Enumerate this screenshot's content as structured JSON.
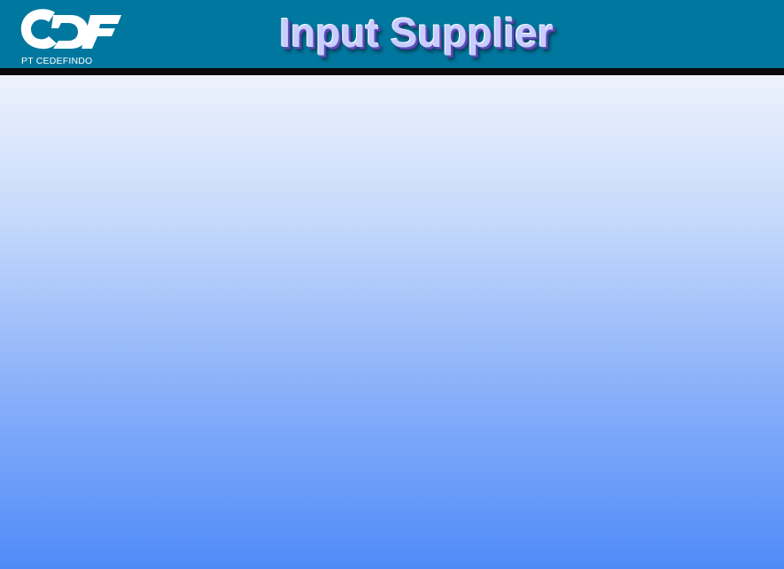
{
  "header": {
    "title": "Input Supplier",
    "background_color": "#00779e",
    "rule_color": "#0a0a0a"
  },
  "logo": {
    "name": "CDF",
    "subtitle": "PT CEDEFINDO",
    "color": "#ffffff"
  },
  "content": {
    "gradient_top_color": "#edf2fc",
    "gradient_bottom_color": "#4f8bf8"
  }
}
